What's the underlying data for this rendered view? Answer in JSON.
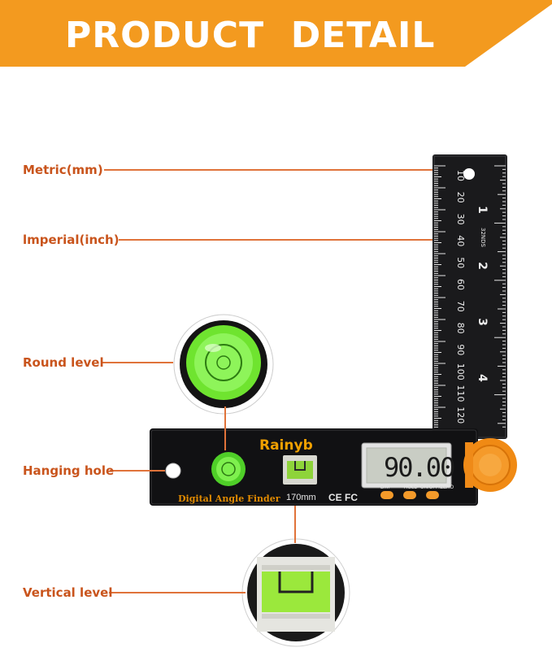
{
  "banner": {
    "title": "PRODUCT  DETAIL",
    "color": "#f39a1f"
  },
  "callouts": [
    {
      "label": "Metric(mm)"
    },
    {
      "label": "lmperial(inch)"
    },
    {
      "label": "Round level"
    },
    {
      "label": "Hanging hole"
    },
    {
      "label": "Vertical level"
    }
  ],
  "product": {
    "brand": "Rainyb",
    "model": "Digital Angle Finder",
    "size": "170mm",
    "certifications": "CE FC",
    "display_value": "90.00",
    "buttons": [
      "D/M",
      "HOLD",
      "ON/OFF/ZERO"
    ],
    "metric_ticks": [
      "10",
      "20",
      "30",
      "40",
      "50",
      "60",
      "70",
      "80",
      "90",
      "100",
      "110",
      "120"
    ],
    "inch_ticks": [
      "1",
      "2",
      "3",
      "4"
    ],
    "inch_label": "32NDS"
  },
  "colors": {
    "accent": "#f39a1f",
    "label": "#c9541c",
    "leader": "#e0733a",
    "bubble": "#66e23a"
  }
}
